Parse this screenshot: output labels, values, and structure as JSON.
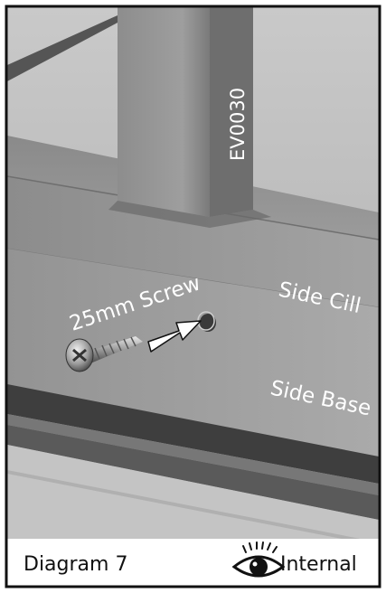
{
  "labels": {
    "part_code": "EV0030",
    "screw": "25mm Screw",
    "side_cill": "Side Cill",
    "side_base": "Side Base"
  },
  "footer": {
    "diagram_label": "Diagram 7",
    "view_label": "Internal",
    "view_icon": "eye-icon"
  },
  "colors": {
    "frame": "#111111",
    "arrow": "#ffffff"
  }
}
